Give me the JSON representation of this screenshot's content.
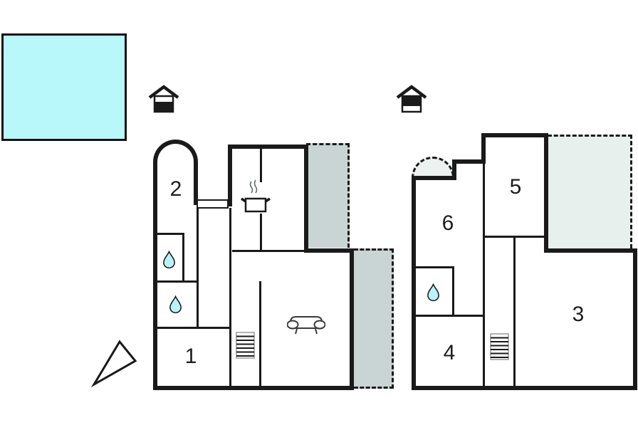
{
  "document": {
    "type": "two-level holiday-house floor plan",
    "page_background": "#ffffff"
  },
  "colors": {
    "wall": "#1a1a1a",
    "pool_fill": "#b8f8fa",
    "terrace_ground_fill": "#c9d5d4",
    "terrace_upper_fill": "#e8f0ee",
    "arch_balcony_fill": "#ecf2f0",
    "water_drop_fill": "#b9f3f9"
  },
  "icons": {
    "north_arrow": "outlined-triangle-pointing-southwest",
    "floor_indicator_ground": "house-with-lower-level-filled",
    "floor_indicator_upper": "house-with-upper-level-filled",
    "water_drop": "water-drop",
    "stove": "cooking-pot-with-steam",
    "sofa": "sofa-front-view",
    "stairs": "staircase-treads"
  },
  "ground_floor": {
    "rooms": {
      "room1": "1",
      "room2": "2"
    }
  },
  "upper_floor": {
    "rooms": {
      "room3": "3",
      "room4": "4",
      "room5": "5",
      "room6": "6"
    }
  }
}
